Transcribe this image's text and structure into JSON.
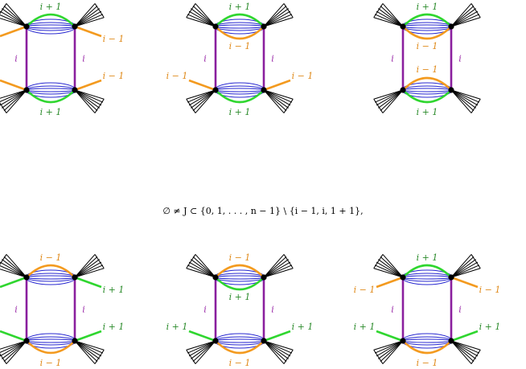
{
  "colors": {
    "green": "#2fd62f",
    "orange": "#f39a1f",
    "purple": "#8a1f9e",
    "blue": "#2a2ad0",
    "black": "#000000",
    "green_text": "#2a8a2a",
    "orange_text": "#e08a1a",
    "purple_text": "#9a2aa8"
  },
  "caption": "∅ ≠ J ⊂ {0, 1, . . . , n − 1} \\ {i − 1, i, 1 + 1},",
  "labels": {
    "ip1": "i + 1",
    "im1": "i − 1",
    "i": "i"
  },
  "diagrams": [
    {
      "id": "d1",
      "top_arc": "green",
      "top_inner": "none",
      "bottom_arc": "green",
      "bottom_inner": "none",
      "top_legs": "orange",
      "bottom_legs": "orange"
    },
    {
      "id": "d2",
      "top_arc": "green",
      "top_inner": "orange",
      "bottom_arc": "green",
      "bottom_inner": "none",
      "top_legs": "none",
      "bottom_legs": "orange"
    },
    {
      "id": "d3",
      "top_arc": "green",
      "top_inner": "orange",
      "bottom_arc": "green",
      "bottom_inner": "orange",
      "top_legs": "none",
      "bottom_legs": "none"
    },
    {
      "id": "d4",
      "top_arc": "orange",
      "top_inner": "none",
      "bottom_arc": "orange",
      "bottom_inner": "none",
      "top_legs": "green",
      "bottom_legs": "green"
    },
    {
      "id": "d5",
      "top_arc": "orange",
      "top_inner": "green",
      "bottom_arc": "orange",
      "bottom_inner": "none",
      "top_legs": "none",
      "bottom_legs": "green"
    },
    {
      "id": "d6",
      "top_arc": "green",
      "top_inner": "none",
      "bottom_arc": "orange",
      "bottom_inner": "none",
      "top_legs": "orange",
      "bottom_legs": "green"
    }
  ]
}
